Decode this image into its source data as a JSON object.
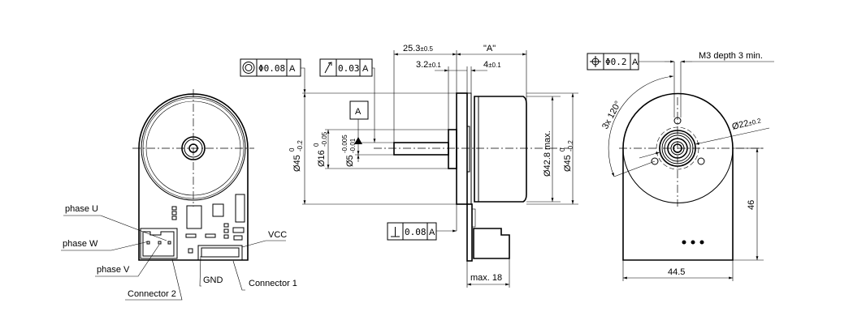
{
  "front_view": {
    "labels": {
      "phase_u": "phase U",
      "phase_w": "phase W",
      "phase_v": "phase V",
      "connector_2": "Connector 2",
      "gnd": "GND",
      "connector_1": "Connector 1",
      "vcc": "VCC"
    }
  },
  "side_view": {
    "concentricity": {
      "tolerance": "Φ0.08",
      "datum": "A"
    },
    "runout": {
      "tolerance": "0.03",
      "datum": "A"
    },
    "perpendicularity": {
      "tolerance": "0.08",
      "datum": "A"
    },
    "datum_label": "A",
    "dims": {
      "length_main": "25.3",
      "length_main_tol": "±0.5",
      "length_a": "\"A\"",
      "flange_offset": "3.2",
      "flange_offset_tol": "±0.1",
      "flange_thk": "4",
      "flange_thk_tol": "±0.1",
      "dia45_left": "Ø45",
      "dia45_left_up": "0",
      "dia45_left_low": "-0.2",
      "dia16": "Ø16",
      "dia16_up": "0",
      "dia16_low": "-0.05",
      "dia5": "Ø5",
      "dia5_up": "-0.005",
      "dia5_low": "-0.01",
      "dia42": "Ø42.8 max.",
      "dia45_right": "Ø45",
      "dia45_right_up": "0",
      "dia45_right_low": "-0.2",
      "max18": "max. 18"
    }
  },
  "rear_view": {
    "position": {
      "tolerance": "Φ0.2",
      "datum": "A"
    },
    "thread_note": "M3 depth 3 min.",
    "angle": "3x 120°",
    "dia22": "Ø22",
    "dia22_tol": "±0.2",
    "height": "46",
    "width": "44.5"
  }
}
